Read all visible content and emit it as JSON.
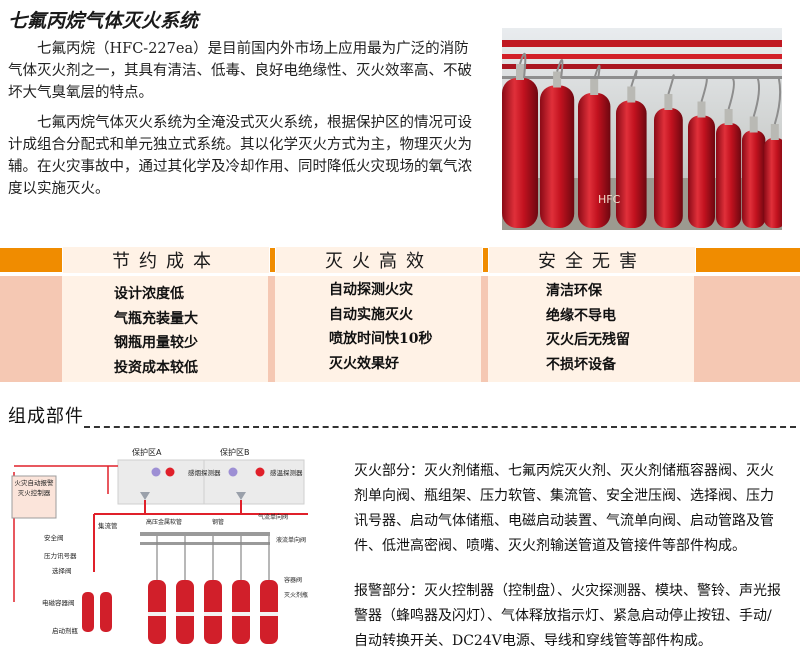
{
  "title": "七氟丙烷气体灭火系统",
  "intro": [
    "七氟丙烷（HFC-227ea）是目前国内外市场上应用最为广泛的消防气体灭火剂之一，其具有清洁、低毒、良好电绝缘性、灭火效率高、不破坏大气臭氧层的特点。",
    "七氟丙烷气体灭火系统为全淹没式灭火系统，根据保护区的情况可设计成组合分配式和单元独立式系统。其以化学灭火方式为主，物理灭火为辅。在火灾事故中，通过其化学及冷却作用、同时降低火灾现场的氧气浓度以实施灭火。"
  ],
  "photo": {
    "cylinder_label": "HFC"
  },
  "features": [
    {
      "heading": "节约成本",
      "items": [
        "设计浓度低",
        "气瓶充装量大",
        "钢瓶用量较少",
        "投资成本较低"
      ]
    },
    {
      "heading": "灭火高效",
      "items": [
        "自动探测火灾",
        "自动实施灭火",
        "喷放时间快10秒",
        "灭火效果好"
      ]
    },
    {
      "heading": "安全无害",
      "items": [
        "清洁环保",
        "绝缘不导电",
        "灭火后无残留",
        "不损坏设备"
      ]
    }
  ],
  "section_title": "组成部件",
  "diagram": {
    "zone_a": "保护区A",
    "zone_b": "保护区B",
    "smoke_detector": "感烟探测器",
    "heat_detector": "感温探测器",
    "controller": "火灾自动报警灭火控制器",
    "labels_left": [
      "集流管",
      "安全阀",
      "压力讯号器",
      "选择阀",
      "电磁容器阀",
      "启动剂瓶"
    ],
    "label_hp_hose": "高压金属软管",
    "label_pipe": "钢管",
    "label_check": "气流单向阀",
    "label_liquid_check": "液流单向阀",
    "label_container_valve": "容器阀",
    "label_agent_bottle": "灭火剂瓶"
  },
  "components": [
    "灭火部分：灭火剂储瓶、七氟丙烷灭火剂、灭火剂储瓶容器阀、灭火剂单向阀、瓶组架、压力软管、集流管、安全泄压阀、选择阀、压力讯号器、启动气体储瓶、电磁启动装置、气流单向阀、启动管路及管件、低泄高密阀、喷嘴、灭火剂输送管道及管接件等部件构成。",
    "报警部分：灭火控制器（控制盘）、火灾探测器、模块、警铃、声光报警器（蜂鸣器及闪灯）、气体释放指示灯、紧急启动停止按钮、手动/自动转换开关、DC24V电源、导线和穿线管等部件构成。"
  ],
  "colors": {
    "accent": "#f08c00",
    "panel_bg": "#f5c8b3",
    "cylinder_red": "#c8102e"
  }
}
